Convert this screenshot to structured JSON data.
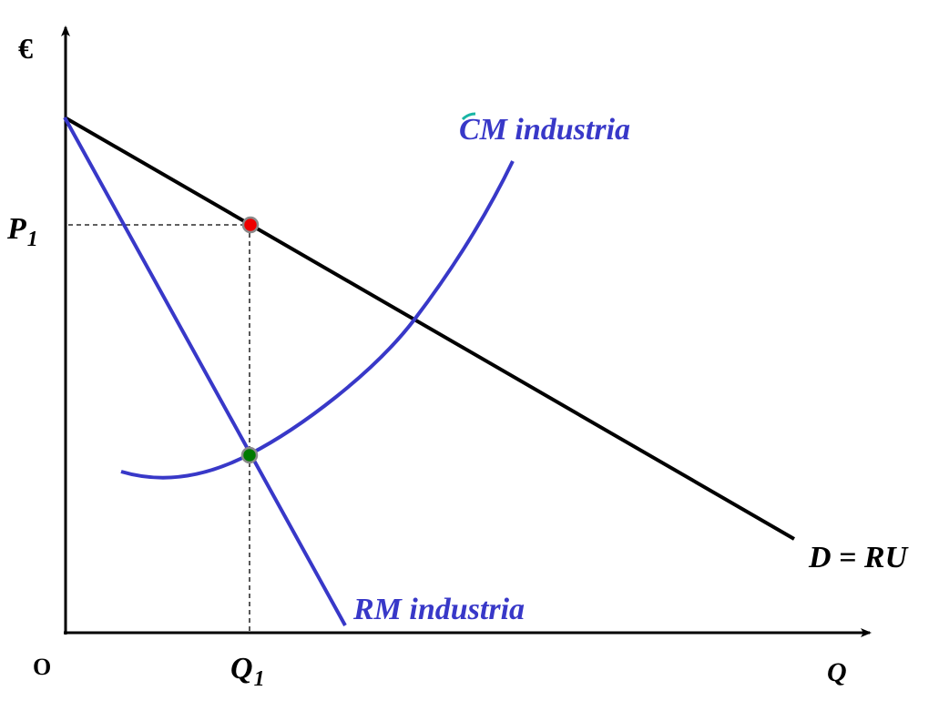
{
  "labels": {
    "y_axis": "€",
    "x_axis": "Q",
    "origin": "O",
    "price_letter": "P",
    "price_sub": "1",
    "quantity_letter": "Q",
    "quantity_sub": "1",
    "cm_curve": "CM industria",
    "rm_curve": "RM industria",
    "demand_curve": "D = RU"
  },
  "colors": {
    "axes": "#000000",
    "demand": "#000000",
    "mr": "#3838c8",
    "mc": "#3838c8",
    "label_blue": "#3838c8",
    "price_point": "#ee0000",
    "mc_mr_point": "#007a00",
    "point_outline": "#8a8a8a",
    "guide": "#000000",
    "accent_mark": "#19b5a5"
  }
}
